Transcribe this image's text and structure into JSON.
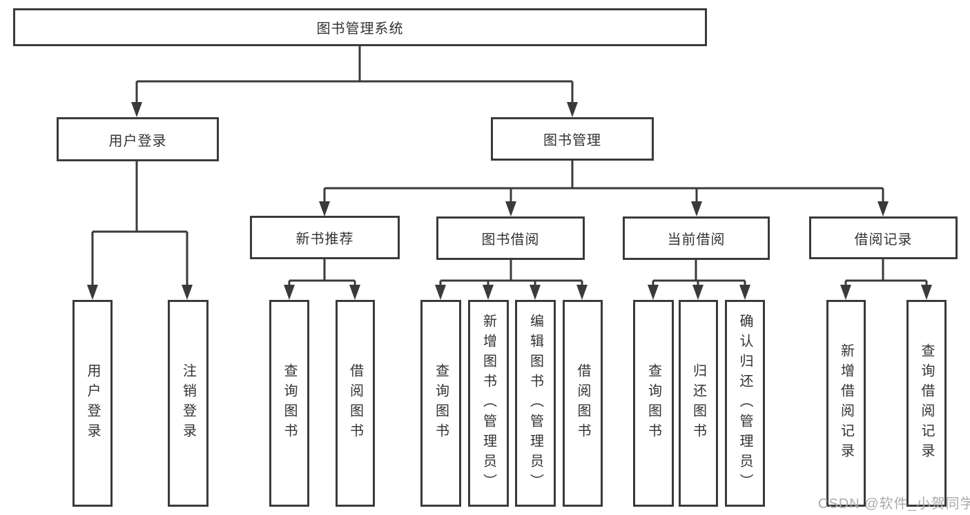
{
  "diagram_title": "图书管理系统",
  "colors": {
    "line": "#3a3a3a",
    "box_border": "#3a3a3a",
    "text": "#333333",
    "background": "#ffffff",
    "watermark": "#ababab"
  },
  "tree": {
    "root": {
      "label": "图书管理系统"
    },
    "level2": [
      {
        "label": "用户登录",
        "children": [
          {
            "label": "用户登录"
          },
          {
            "label": "注销登录"
          }
        ]
      },
      {
        "label": "图书管理",
        "children": [
          {
            "label": "新书推荐",
            "children": [
              {
                "label": "查询图书"
              },
              {
                "label": "借阅图书"
              }
            ]
          },
          {
            "label": "图书借阅",
            "children": [
              {
                "label": "查询图书"
              },
              {
                "label": "新增图书（管理员）"
              },
              {
                "label": "编辑图书（管理员）"
              },
              {
                "label": "借阅图书"
              }
            ]
          },
          {
            "label": "当前借阅",
            "children": [
              {
                "label": "查询图书"
              },
              {
                "label": "归还图书"
              },
              {
                "label": "确认归还（管理员）"
              }
            ]
          },
          {
            "label": "借阅记录",
            "children": [
              {
                "label": "新增借阅记录"
              },
              {
                "label": "查询借阅记录"
              }
            ]
          }
        ]
      }
    ]
  },
  "watermark": {
    "text": "CSDN @软件_小贺同学"
  }
}
